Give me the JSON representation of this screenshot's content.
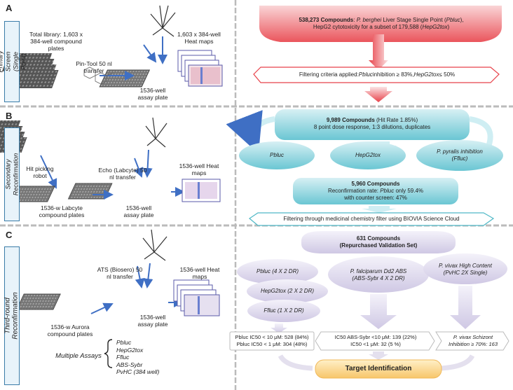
{
  "sections": {
    "a": {
      "letter": "A",
      "side_label": "Primary Screen (Single Point)",
      "library_label": "Total library: 1,603 x 384-well compound plates",
      "transfer_label": "Pin-Tool 50 nl transfer",
      "assay_plate_label": "1536-well assay plate",
      "heatmap_label": "1,603 x 384-well Heat maps",
      "compounds_title": "538,273 Compounds",
      "compounds_line1_species": "P. berghei",
      "compounds_line1_rest": " Liver Stage Single Point (",
      "compounds_line1_code": "Pbluc",
      "compounds_line1_end": "),",
      "compounds_line2_pre": "HepG2 cytotoxicity for a subset of 179,588 (",
      "compounds_line2_code": "HepG2tox",
      "compounds_line2_end": ")",
      "filter_pre": "Filtering criteria applied: ",
      "filter_pbluc": "Pbluc",
      "filter_mid": " inhibition ≥ 83%, ",
      "filter_hep": "HepG2tox",
      "filter_end": " ≤ 50%"
    },
    "b": {
      "letter": "B",
      "side_label": "Secondary Reconfirmation",
      "hit_picking_label": "Hit picking robot",
      "echo_label": "Echo (Labcyte) 50 nl transfer",
      "labcyte_plate_label": "1536-w Labcyte compound plates",
      "assay_plate_label": "1536-well assay plate",
      "heatmap_label": "1536-well Heat maps",
      "compounds_title": "9,989 Compounds",
      "compounds_hit_rate": " (Hit Rate 1.85%)",
      "compounds_line2": "8 point dose response, 1:3 dilutions, duplicates",
      "assay1": "Pbluc",
      "assay2": "HepG2tox",
      "assay3_line1": "P. pyralis inhibition",
      "assay3_line2": "(Ffluc)",
      "reconf_title": "5,960 Compounds",
      "reconf_line1_pre": "Reconfirmation rate: ",
      "reconf_line1_code": "Pbluc",
      "reconf_line1_end": " only 59.4%",
      "reconf_line2": "with counter screen: 47%",
      "filter_label": "Filtering through medicinal chemistry filter using BIOVIA Science Cloud"
    },
    "c": {
      "letter": "C",
      "side_label": "Third-round Reconfirmation",
      "ats_label": "ATS (Biosero) 50 nl transfer",
      "aurora_plate_label": "1536-w Aurora compound plates",
      "assay_plate_label": "1536-well assay plate",
      "heatmap_label": "1536-well Heat maps",
      "multiple_assays_label": "Multiple Assays",
      "assay_list": [
        "Pbluc",
        "HepG2tox",
        "Ffluc",
        "ABS-Sybr",
        "PvHC (384 well)"
      ],
      "validation_title": "631 Compounds",
      "validation_sub": "(Repurchased Validation Set)",
      "ell_pbluc": "Pbluc (4 X 2 DR)",
      "ell_hep": "HepG2tox (2 X 2 DR)",
      "ell_ffluc": "Ffluc (1 X 2 DR)",
      "ell_pf_line1": "P. falciparum Dd2 ABS",
      "ell_pf_line2": "(ABS-Sybr 4 X 2 DR)",
      "ell_pv_line1": "P. vivax High Content",
      "ell_pv_line2": "(PvHC 2X Single)",
      "res1_line1": "Pbluc IC50 < 10 μM: 528 (84%)",
      "res1_line2": "Pbluc IC50 < 1 μM: 304 (48%)",
      "res2_line1": "IC50 ABS-Sybr <10 μM: 139 (22%)",
      "res2_line2": "IC50 <1 μM: 32 (5 %)",
      "res3_line1": "P. vivax Schizont",
      "res3_line2": "Inhibition ≥ 70%: 163",
      "target_label": "Target Identification"
    }
  },
  "colors": {
    "red_accent": "#e8424a",
    "teal_accent": "#4fb8c6",
    "target_fill": "#fbd98a",
    "side_border": "#3a7ca8",
    "arrow_blue": "#3f6fc4"
  }
}
